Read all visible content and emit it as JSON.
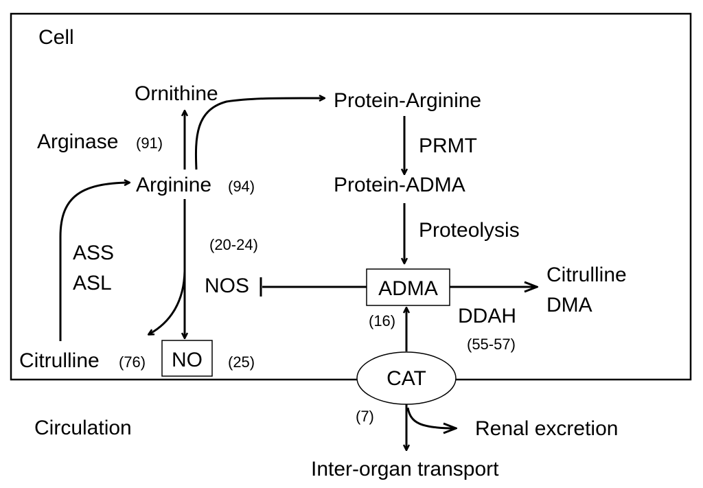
{
  "cell_label": "Cell",
  "circulation_label": "Circulation",
  "nodes": {
    "ornithine": "Ornithine",
    "arginine": "Arginine",
    "citrulline": "Citrulline",
    "no": "NO",
    "protein_arginine": "Protein-Arginine",
    "protein_adma": "Protein-ADMA",
    "adma": "ADMA",
    "nos": "NOS",
    "citrulline_dma_line1": "Citrulline",
    "citrulline_dma_line2": "DMA",
    "cat": "CAT",
    "renal_excretion": "Renal excretion",
    "inter_organ_transport": "Inter-organ transport"
  },
  "enzymes": {
    "arginase": "Arginase",
    "prmt": "PRMT",
    "proteolysis": "Proteolysis",
    "ass": "ASS",
    "asl": "ASL",
    "ddah": "DDAH"
  },
  "references": {
    "arginase": "(91)",
    "arginine": "(94)",
    "nos": "(20-24)",
    "citrulline": "(76)",
    "no": "(25)",
    "cat_adma": "(16)",
    "ddah": "(55-57)",
    "cat_out": "(7)"
  }
}
